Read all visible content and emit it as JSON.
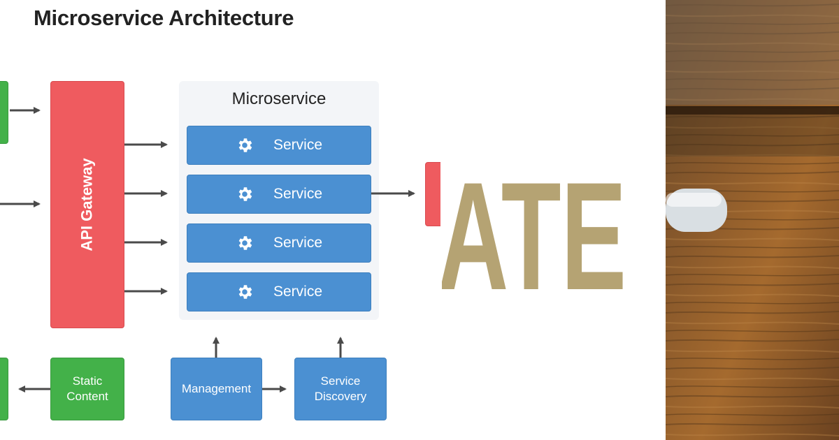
{
  "title": "Microservice Architecture",
  "gateway_label": "API Gateway",
  "panel_title": "Microservice",
  "services": [
    "Service",
    "Service",
    "Service",
    "Service"
  ],
  "static_content": [
    "Static",
    "Content"
  ],
  "management_label": "Management",
  "service_discovery": [
    "Service",
    "Discovery"
  ],
  "overlay_text": "ATE",
  "colors": {
    "client_green": "#43b149",
    "gateway_red": "#ef5b5f",
    "service_blue": "#4b90d2",
    "panel_bg": "#f3f5f8",
    "arrow": "#4a4a4a",
    "overlay_text": "#b5a373"
  },
  "icons": {
    "service": "gear-icon",
    "arrow": "arrow-icon"
  }
}
